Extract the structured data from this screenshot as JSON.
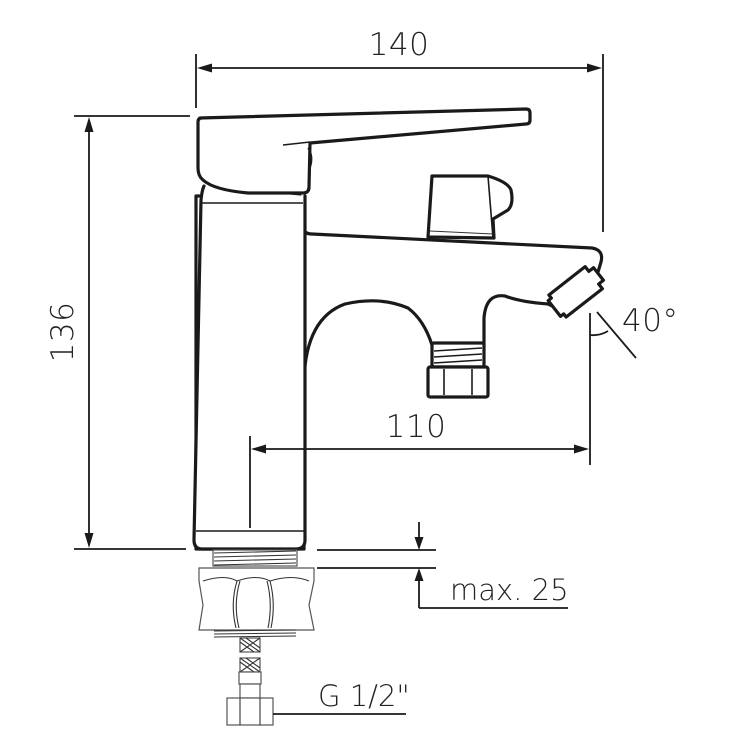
{
  "drawing": {
    "subject": "Single-lever bath/basin mixer tap with diverter outlet — side elevation technical drawing",
    "units": "mm",
    "colors": {
      "line": "#1a1a1a",
      "text": "#222222",
      "background": "#ffffff"
    }
  },
  "dimensions": {
    "overall_width": {
      "label": "140",
      "value": 140
    },
    "overall_height": {
      "label": "136",
      "value": 136
    },
    "spout_reach": {
      "label": "110",
      "value": 110
    },
    "outlet_angle": {
      "label": "40°",
      "value": 40
    },
    "max_deck_thickness": {
      "label": "max. 25",
      "value": 25
    },
    "connection_thread": {
      "label": "G 1/2\""
    }
  },
  "parts": [
    {
      "id": "lever-handle",
      "name": "Lever handle"
    },
    {
      "id": "body",
      "name": "Tap body"
    },
    {
      "id": "diverter-knob",
      "name": "Diverter knob"
    },
    {
      "id": "spout",
      "name": "Spout"
    },
    {
      "id": "aerator",
      "name": "Aerator outlet"
    },
    {
      "id": "shower-outlet",
      "name": "Shower hose outlet nut"
    },
    {
      "id": "mounting-thread",
      "name": "Mounting thread"
    },
    {
      "id": "mounting-nut",
      "name": "Mounting nut"
    },
    {
      "id": "flex-hose",
      "name": "Flexible supply hose"
    },
    {
      "id": "hose-connector",
      "name": "Hose connector nut"
    }
  ]
}
